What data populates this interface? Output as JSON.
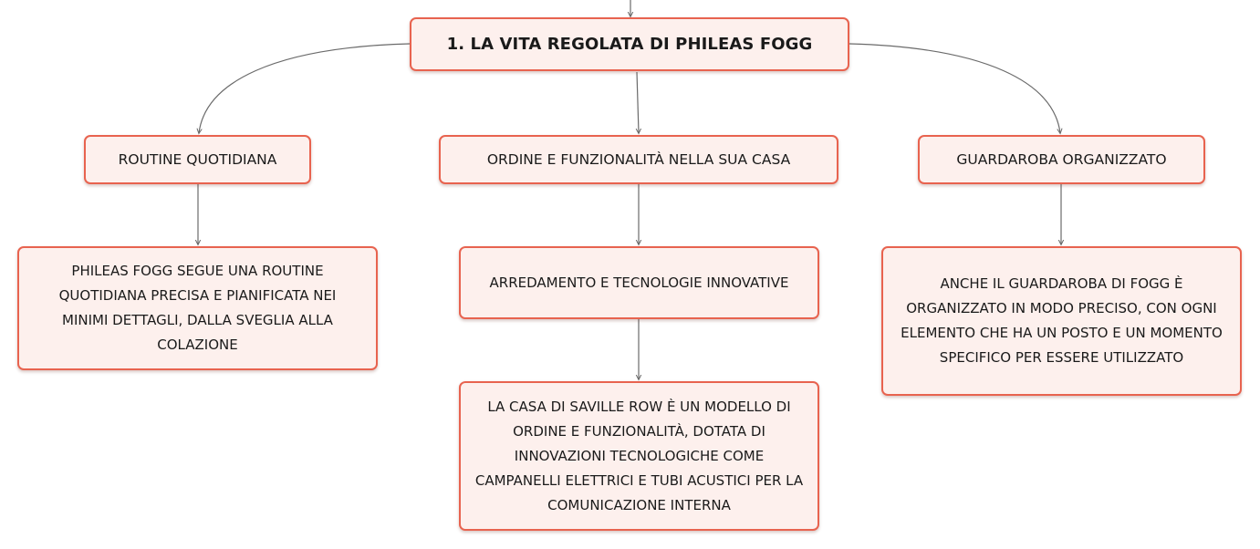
{
  "colors": {
    "node_border": "#e8634f",
    "node_fill": "#fdf0ed",
    "connector": "#6a6a6a",
    "text": "#1a1a1a"
  },
  "root": {
    "label": "1. LA VITA REGOLATA DI PHILEAS FOGG"
  },
  "branches": [
    {
      "label": "ROUTINE QUOTIDIANA",
      "details": [
        "PHILEAS FOGG SEGUE UNA ROUTINE QUOTIDIANA PRECISA E PIANIFICATA NEI MINIMI DETTAGLI, DALLA SVEGLIA ALLA COLAZIONE"
      ]
    },
    {
      "label": "ORDINE E FUNZIONALITÀ NELLA SUA CASA",
      "details": [
        "ARREDAMENTO E TECNOLOGIE INNOVATIVE",
        "LA CASA DI SAVILLE ROW È UN MODELLO DI ORDINE E FUNZIONALITÀ, DOTATA DI INNOVAZIONI TECNOLOGICHE COME CAMPANELLI ELETTRICI E TUBI ACUSTICI PER LA COMUNICAZIONE INTERNA"
      ]
    },
    {
      "label": "GUARDAROBA ORGANIZZATO",
      "details": [
        "ANCHE IL GUARDAROBA DI FOGG È ORGANIZZATO IN MODO PRECISO, CON OGNI ELEMENTO CHE HA UN POSTO E UN MOMENTO SPECIFICO PER ESSERE UTILIZZATO"
      ]
    }
  ]
}
